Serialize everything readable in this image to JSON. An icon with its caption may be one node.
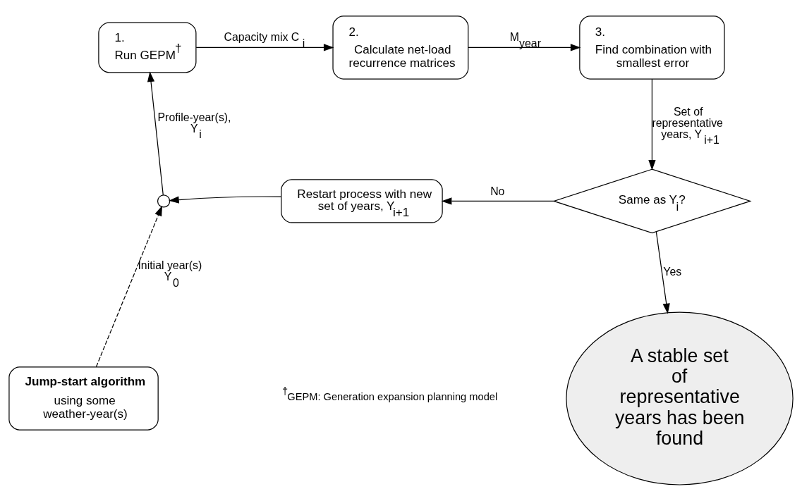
{
  "diagram": {
    "nodes": [
      {
        "text": [
          "1.",
          "Run GEPM$^{†}$"
        ]
      },
      {
        "text": [
          "2.",
          "Calculate net-load recurrence matrices"
        ]
      },
      {
        "text": [
          "3.",
          "Find combination with smallest error"
        ]
      },
      {
        "text": [
          "Same as Y$_{i}$?"
        ]
      },
      {
        "text": [
          "Restart process with new set of years, Y$_{i+1}$"
        ]
      },
      {
        "text": [],
        "shape": "circle"
      },
      {
        "text": [
          "Jump-start algorithm",
          "using some weather-year(s)"
        ]
      },
      {
        "text": [
          "A stable set of representative years has been found"
        ]
      }
    ],
    "edges": [
      {
        "from": 0,
        "to": 1,
        "arrow": "to",
        "label": "Capacity mix C$_{i}$"
      },
      {
        "from": 1,
        "to": 2,
        "arrow": "to",
        "label": "M$_{year}$"
      },
      {
        "from": 2,
        "to": 3,
        "arrow": "to",
        "label": "Set of representative years, Y$_{i+1}$"
      },
      {
        "from": 3,
        "to": 4,
        "arrow": "to",
        "label": "No"
      },
      {
        "from": 3,
        "to": 7,
        "arrow": "to",
        "label": "Yes"
      },
      {
        "from": 4,
        "to": 5,
        "arrow": "to"
      },
      {
        "from": 5,
        "to": 0,
        "arrow": "to",
        "label": "Profile-year(s), Y$_{i}$"
      },
      {
        "from": 6,
        "to": 5,
        "arrow": "to",
        "style": "dashed",
        "label": "Initial year(s) Y$_{0}$"
      }
    ],
    "labels": [
      "$^{†}$GEPM: Generation expansion planning model"
    ]
  }
}
